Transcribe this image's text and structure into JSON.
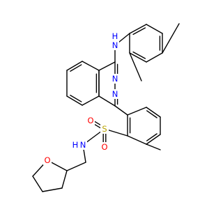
{
  "colors": {
    "bond": "#000000",
    "N": "#0000ff",
    "O": "#ff0000",
    "S": "#b8a200",
    "background": "#ffffff"
  },
  "molecule": {
    "atoms": [
      {
        "id": "nh",
        "label": "N",
        "sub": "H",
        "element": "N"
      },
      {
        "id": "n2",
        "label": "N",
        "element": "N"
      },
      {
        "id": "n3",
        "label": "N",
        "element": "N"
      },
      {
        "id": "s",
        "label": "S",
        "element": "S"
      },
      {
        "id": "o1",
        "label": "O",
        "element": "O"
      },
      {
        "id": "o2",
        "label": "O",
        "element": "O"
      },
      {
        "id": "nh2",
        "label": "N",
        "sub": "H",
        "element": "N"
      },
      {
        "id": "o3",
        "label": "O",
        "element": "O"
      }
    ]
  }
}
